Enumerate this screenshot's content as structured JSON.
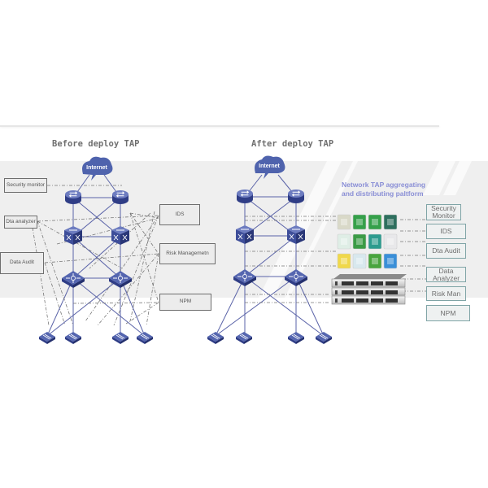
{
  "before": {
    "title": "Before deploy TAP",
    "cloud_label": "Internet",
    "left_boxes": [
      "Security monitor",
      "Dta analyzer",
      "Data Audit"
    ],
    "right_boxes": [
      "IDS",
      "Risk Managemetn",
      "NPM"
    ]
  },
  "after": {
    "title": "After deploy TAP",
    "cloud_label": "Internet",
    "platform_title_line1": "Network TAP aggregating",
    "platform_title_line2": "and distributing paltform",
    "right_boxes": [
      "Security Monitor",
      "IDS",
      "Dta Audit",
      "Data Analyzer",
      "Risk Man",
      "NPM"
    ]
  },
  "colors": {
    "device": "#3e4e9a",
    "device_light": "#6d7cc0",
    "cloud": "#4f63ad",
    "link": "#5a63a8",
    "dash": "#777777",
    "platform_title": "#8a8fd6",
    "tool_box_border": "#7fa4a6",
    "band": "#efefef"
  },
  "icons": {
    "cloud": "internet-cloud-icon",
    "router": "router-icon",
    "core_switch": "core-switch-icon",
    "agg_switch": "aggregation-switch-icon",
    "access_switch": "access-switch-icon",
    "tap_device": "network-tap-chassis-icon",
    "tool_module": "tool-module-icon"
  }
}
